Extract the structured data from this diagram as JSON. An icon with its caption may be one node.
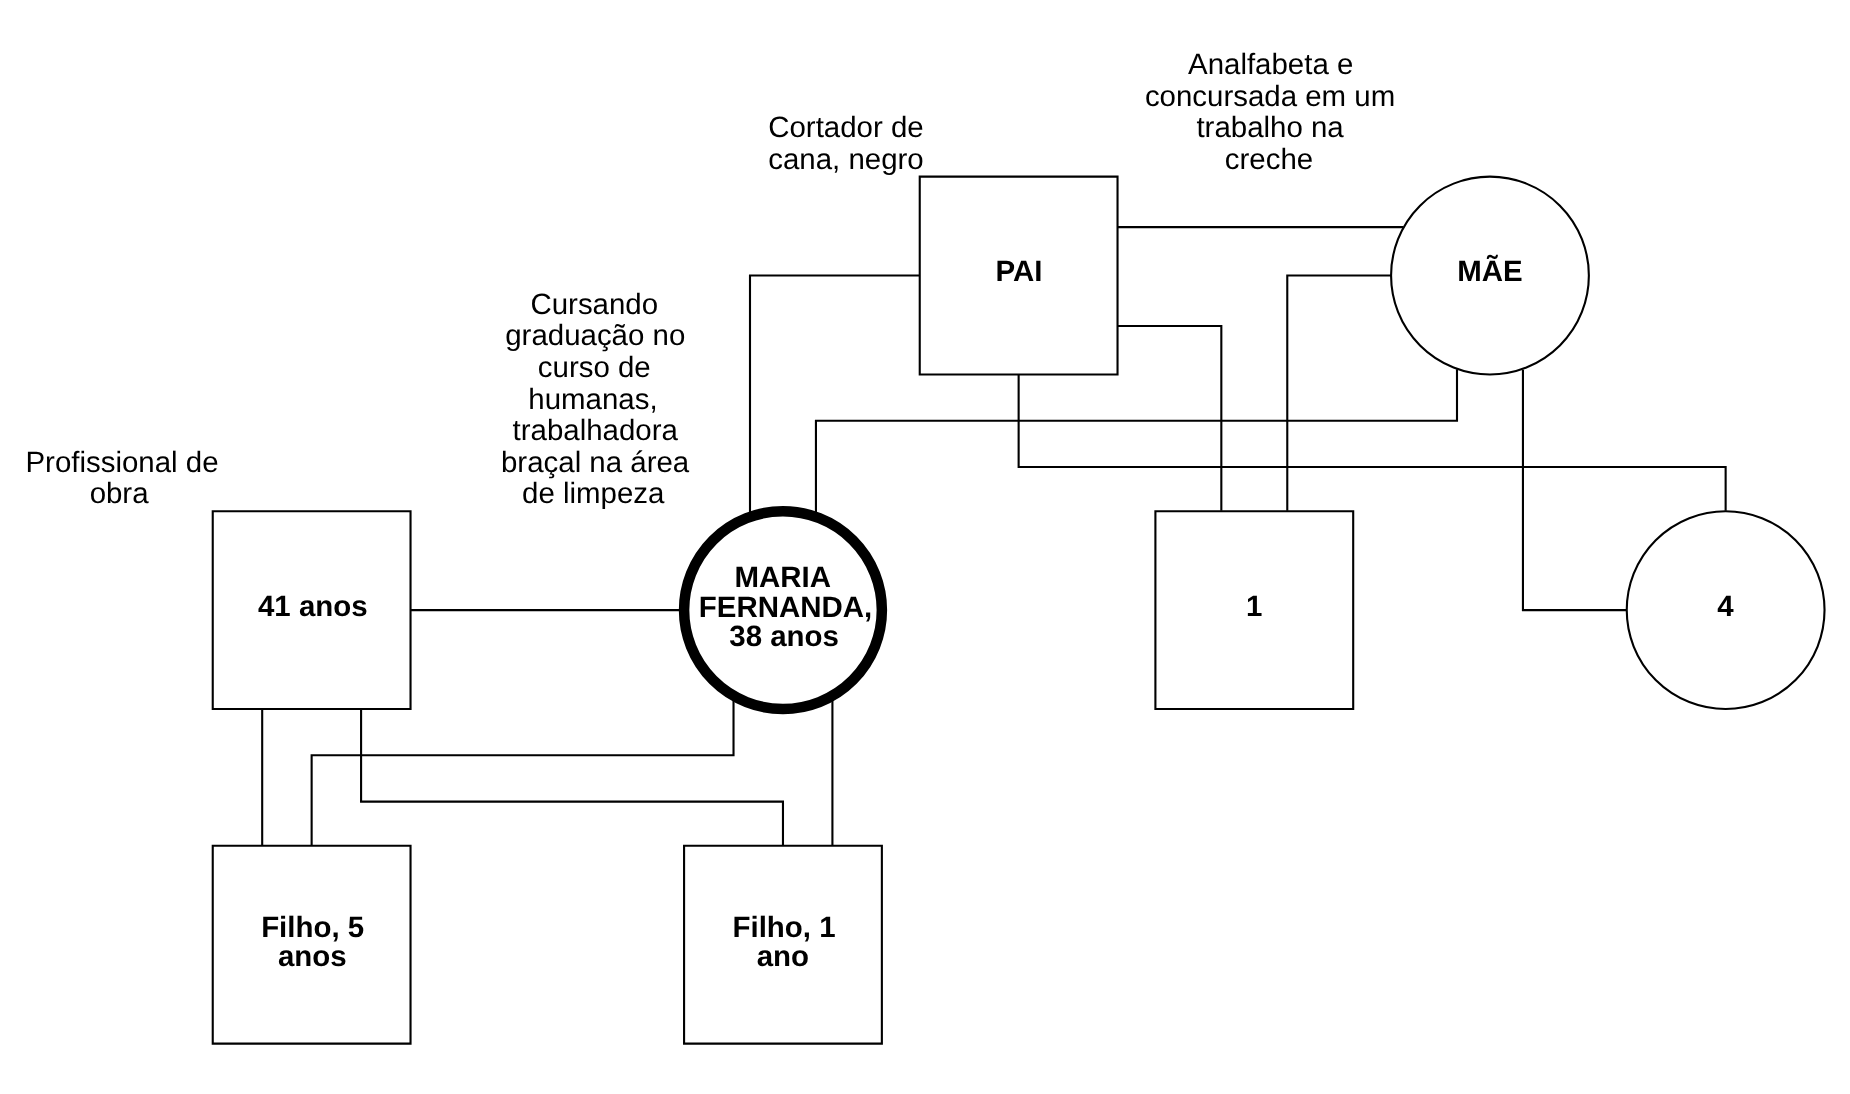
{
  "diagram": {
    "nodes": [
      {
        "text": [
          "PAI"
        ],
        "beside": [
          "Cortador de cana, negro"
        ]
      },
      {
        "text": [
          "MÃE"
        ],
        "beside": [
          "Analfabeta e concursada em um trabalho na creche"
        ]
      },
      {
        "text": [
          "41 anos"
        ],
        "beside": [
          "Profissional de obra"
        ]
      },
      {
        "text": [
          "MARIA FERNANDA, 38 anos"
        ],
        "beside": [
          "Cursando graduação no curso de humanas, trabalhadora braçal na área de limpeza"
        ]
      },
      {
        "text": [
          "1"
        ]
      },
      {
        "text": [
          "4"
        ]
      },
      {
        "text": [
          "Filho, 5 anos"
        ]
      },
      {
        "text": [
          "Filho, 1 ano"
        ]
      }
    ],
    "edges": [
      {
        "from": 0,
        "to": 1,
        "arrow": "none"
      },
      {
        "from": 0,
        "to": 3,
        "arrow": "none"
      },
      {
        "from": 1,
        "to": 3,
        "arrow": "none"
      },
      {
        "from": 0,
        "to": 4,
        "arrow": "none"
      },
      {
        "from": 1,
        "to": 4,
        "arrow": "none"
      },
      {
        "from": 0,
        "to": 5,
        "arrow": "none"
      },
      {
        "from": 1,
        "to": 5,
        "arrow": "none"
      },
      {
        "from": 2,
        "to": 3,
        "arrow": "none"
      },
      {
        "from": 2,
        "to": 6,
        "arrow": "none"
      },
      {
        "from": 3,
        "to": 6,
        "arrow": "none"
      },
      {
        "from": 2,
        "to": 7,
        "arrow": "none"
      },
      {
        "from": 3,
        "to": 7,
        "arrow": "none"
      }
    ]
  }
}
